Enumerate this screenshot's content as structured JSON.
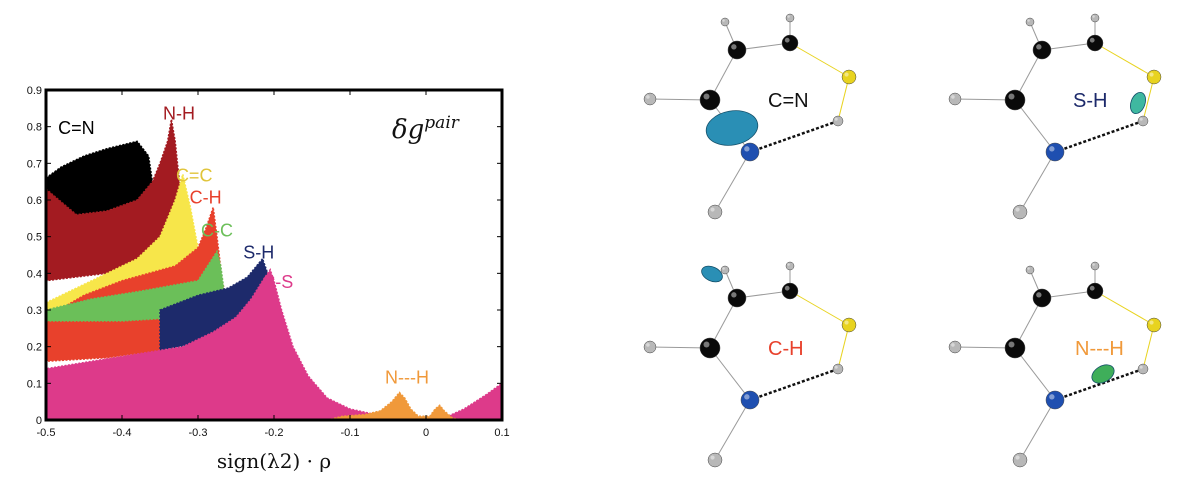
{
  "chart_data": {
    "type": "area",
    "title": "δg",
    "title_superscript": "pair",
    "xlabel": "sign(λ2) · ρ",
    "xlim": [
      -0.5,
      0.1
    ],
    "ylim": [
      0,
      0.9
    ],
    "xticks": [
      "-0.5",
      "-0.4",
      "-0.3",
      "-0.2",
      "-0.1",
      "0",
      "0.1"
    ],
    "yticks": [
      "0",
      "0.1",
      "0.2",
      "0.3",
      "0.4",
      "0.5",
      "0.6",
      "0.7",
      "0.8",
      "0.9"
    ],
    "grid": false,
    "series": [
      {
        "name": "C=N",
        "color": "#000000",
        "label_at": [
          -0.46,
          0.78
        ],
        "points": [
          [
            -0.5,
            0.66
          ],
          [
            -0.48,
            0.69
          ],
          [
            -0.45,
            0.72
          ],
          [
            -0.42,
            0.74
          ],
          [
            -0.4,
            0.75
          ],
          [
            -0.38,
            0.76
          ],
          [
            -0.365,
            0.72
          ],
          [
            -0.36,
            0.65
          ],
          [
            -0.38,
            0.6
          ],
          [
            -0.42,
            0.57
          ],
          [
            -0.46,
            0.56
          ],
          [
            -0.5,
            0.55
          ]
        ]
      },
      {
        "name": "N-H",
        "color": "#a31b21",
        "label_at": [
          -0.325,
          0.82
        ],
        "points": [
          [
            -0.5,
            0.63
          ],
          [
            -0.46,
            0.56
          ],
          [
            -0.42,
            0.57
          ],
          [
            -0.38,
            0.6
          ],
          [
            -0.36,
            0.65
          ],
          [
            -0.35,
            0.7
          ],
          [
            -0.34,
            0.76
          ],
          [
            -0.335,
            0.82
          ],
          [
            -0.33,
            0.76
          ],
          [
            -0.325,
            0.66
          ],
          [
            -0.32,
            0.58
          ],
          [
            -0.31,
            0.5
          ],
          [
            -0.36,
            0.42
          ],
          [
            -0.42,
            0.4
          ],
          [
            -0.5,
            0.38
          ]
        ]
      },
      {
        "name": "C=C",
        "color": "#f7e64a",
        "label_text_color": "#e0c43a",
        "label_at": [
          -0.305,
          0.65
        ],
        "points": [
          [
            -0.5,
            0.32
          ],
          [
            -0.44,
            0.38
          ],
          [
            -0.38,
            0.44
          ],
          [
            -0.35,
            0.5
          ],
          [
            -0.33,
            0.6
          ],
          [
            -0.32,
            0.67
          ],
          [
            -0.31,
            0.58
          ],
          [
            -0.3,
            0.47
          ],
          [
            -0.29,
            0.4
          ],
          [
            -0.32,
            0.34
          ],
          [
            -0.38,
            0.28
          ],
          [
            -0.44,
            0.26
          ],
          [
            -0.5,
            0.26
          ]
        ]
      },
      {
        "name": "C-H",
        "color": "#e8412c",
        "label_at": [
          -0.29,
          0.59
        ],
        "points": [
          [
            -0.5,
            0.28
          ],
          [
            -0.45,
            0.34
          ],
          [
            -0.4,
            0.38
          ],
          [
            -0.33,
            0.42
          ],
          [
            -0.3,
            0.47
          ],
          [
            -0.29,
            0.52
          ],
          [
            -0.28,
            0.58
          ],
          [
            -0.275,
            0.5
          ],
          [
            -0.268,
            0.38
          ],
          [
            -0.26,
            0.3
          ],
          [
            -0.29,
            0.24
          ],
          [
            -0.35,
            0.19
          ],
          [
            -0.42,
            0.17
          ],
          [
            -0.5,
            0.16
          ]
        ]
      },
      {
        "name": "C-C",
        "color": "#6bbf59",
        "label_at": [
          -0.275,
          0.5
        ],
        "points": [
          [
            -0.5,
            0.3
          ],
          [
            -0.44,
            0.33
          ],
          [
            -0.38,
            0.35
          ],
          [
            -0.3,
            0.38
          ],
          [
            -0.275,
            0.46
          ],
          [
            -0.27,
            0.42
          ],
          [
            -0.265,
            0.34
          ],
          [
            -0.27,
            0.3
          ],
          [
            -0.32,
            0.28
          ],
          [
            -0.4,
            0.27
          ],
          [
            -0.5,
            0.27
          ]
        ]
      },
      {
        "name": "S-H",
        "color": "#1d2a6b",
        "label_at": [
          -0.22,
          0.44
        ],
        "points": [
          [
            -0.35,
            0.3
          ],
          [
            -0.3,
            0.34
          ],
          [
            -0.26,
            0.36
          ],
          [
            -0.235,
            0.39
          ],
          [
            -0.215,
            0.44
          ],
          [
            -0.205,
            0.38
          ],
          [
            -0.205,
            0.3
          ],
          [
            -0.24,
            0.25
          ],
          [
            -0.3,
            0.21
          ],
          [
            -0.35,
            0.19
          ]
        ]
      },
      {
        "name": "C-S",
        "color": "#dd3a8a",
        "label_at": [
          -0.195,
          0.36
        ],
        "points": [
          [
            -0.5,
            0.0
          ],
          [
            -0.5,
            0.14
          ],
          [
            -0.44,
            0.16
          ],
          [
            -0.38,
            0.18
          ],
          [
            -0.32,
            0.2
          ],
          [
            -0.28,
            0.24
          ],
          [
            -0.25,
            0.28
          ],
          [
            -0.23,
            0.33
          ],
          [
            -0.215,
            0.38
          ],
          [
            -0.205,
            0.41
          ],
          [
            -0.2,
            0.38
          ],
          [
            -0.19,
            0.3
          ],
          [
            -0.175,
            0.2
          ],
          [
            -0.155,
            0.12
          ],
          [
            -0.13,
            0.06
          ],
          [
            -0.1,
            0.03
          ],
          [
            -0.06,
            0.012
          ],
          [
            -0.02,
            0.002
          ],
          [
            0.02,
            0.002
          ],
          [
            0.05,
            0.03
          ],
          [
            0.08,
            0.07
          ],
          [
            0.1,
            0.1
          ],
          [
            0.1,
            0.0
          ]
        ]
      },
      {
        "name": "N---H",
        "color": "#f0993a",
        "label_at": [
          -0.025,
          0.1
        ],
        "points": [
          [
            -0.13,
            0.0
          ],
          [
            -0.11,
            0.01
          ],
          [
            -0.08,
            0.015
          ],
          [
            -0.06,
            0.025
          ],
          [
            -0.045,
            0.05
          ],
          [
            -0.035,
            0.075
          ],
          [
            -0.028,
            0.06
          ],
          [
            -0.02,
            0.03
          ],
          [
            -0.01,
            0.01
          ],
          [
            0.005,
            0.01
          ],
          [
            0.012,
            0.03
          ],
          [
            0.018,
            0.04
          ],
          [
            0.024,
            0.025
          ],
          [
            0.035,
            0.005
          ],
          [
            0.05,
            0.0
          ]
        ]
      }
    ]
  },
  "panels": [
    {
      "label": "C=N",
      "color": "#111111",
      "blob_at": "lower-left of upper-left carbon",
      "blob_color": "#2a8fb5"
    },
    {
      "label": "S-H",
      "color": "#1d2a6b",
      "blob_at": "between S and H",
      "blob_color": "#3fb8a0"
    },
    {
      "label": "C-H",
      "color": "#e8412c",
      "blob_at": "upper-left hydrogen",
      "blob_color": "#2a8fb5"
    },
    {
      "label": "N---H",
      "color": "#f0993a",
      "blob_at": "along N---H contact",
      "blob_color": "#3fae5a"
    }
  ],
  "atom_colors": {
    "carbon": "#0a0a0a",
    "hydrogen": "#b8b8b8",
    "nitrogen": "#1f4fb0",
    "sulfur": "#e8d31f"
  }
}
